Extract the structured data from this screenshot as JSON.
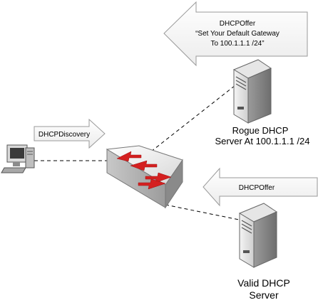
{
  "offer_rogue": {
    "line1": "DHCPOffer",
    "line2": "“Set Your Default Gateway",
    "line3": "To 100.1.1.1 /24”"
  },
  "discovery": {
    "label": "DHCPDiscovery"
  },
  "offer_valid": {
    "label": "DHCPOffer"
  },
  "rogue_server": {
    "line1": "Rogue DHCP",
    "line2": "Server At 100.1.1.1 /24"
  },
  "valid_server": {
    "line1": "Valid DHCP",
    "line2": "Server"
  },
  "colors": {
    "arrow_stroke": "#9a9a9a",
    "switch_arrow": "#d42020",
    "link_line": "#000000"
  },
  "icons": {
    "client": "desktop-computer-icon",
    "switch": "network-switch-icon",
    "server": "tower-server-icon"
  }
}
